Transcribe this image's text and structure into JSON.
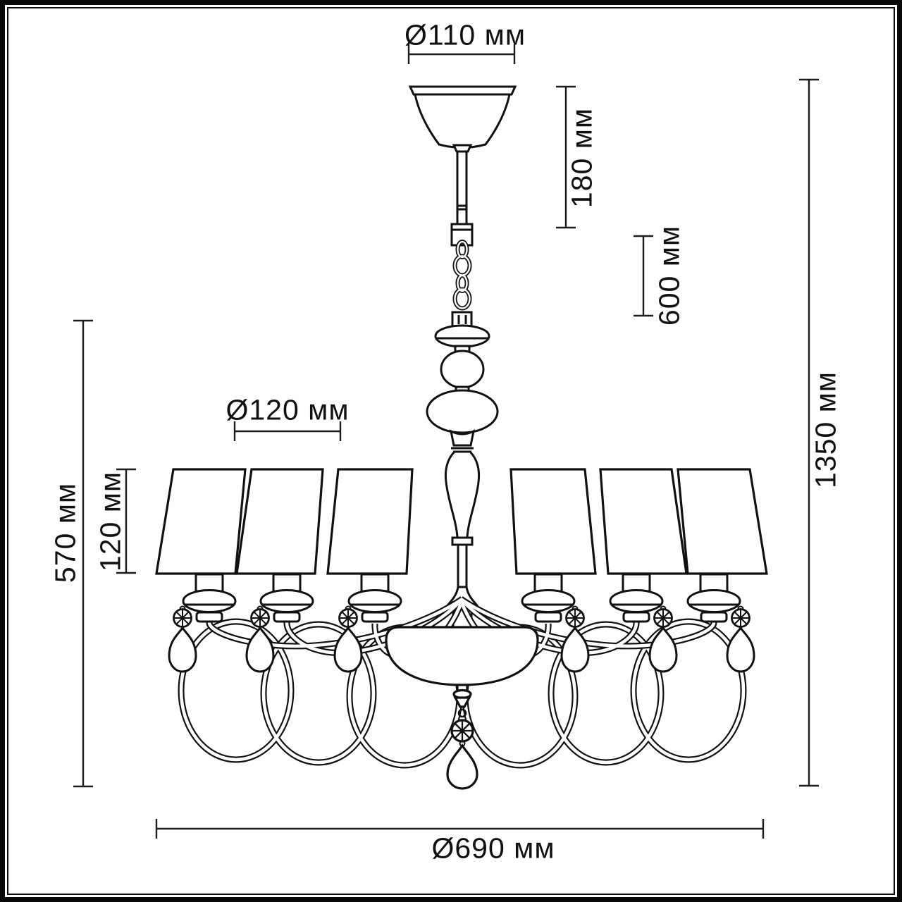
{
  "diagram": {
    "type": "technical-dimension-drawing",
    "subject": "chandelier with six lampshades, chain suspension and crystal drops",
    "units": "мм",
    "dimensions": {
      "canopy_diameter": "Ø110 мм",
      "rod_height": "180 мм",
      "chain_drop": "600 мм",
      "total_height": "1350 мм",
      "shade_diameter": "Ø120 мм",
      "shade_height": "120 мм",
      "fixture_height": "570 мм",
      "fixture_diameter": "Ø690 мм"
    },
    "values": {
      "canopy_diameter_mm": 110,
      "rod_height_mm": 180,
      "chain_drop_mm": 600,
      "total_height_mm": 1350,
      "shade_diameter_mm": 120,
      "shade_height_mm": 120,
      "fixture_height_mm": 570,
      "fixture_diameter_mm": 690,
      "shade_count": 6
    },
    "colors": {
      "background": "#ffffff",
      "outline": "#111111",
      "dimension_line": "#1c1c1c",
      "frame": "#0a0a0a"
    }
  }
}
